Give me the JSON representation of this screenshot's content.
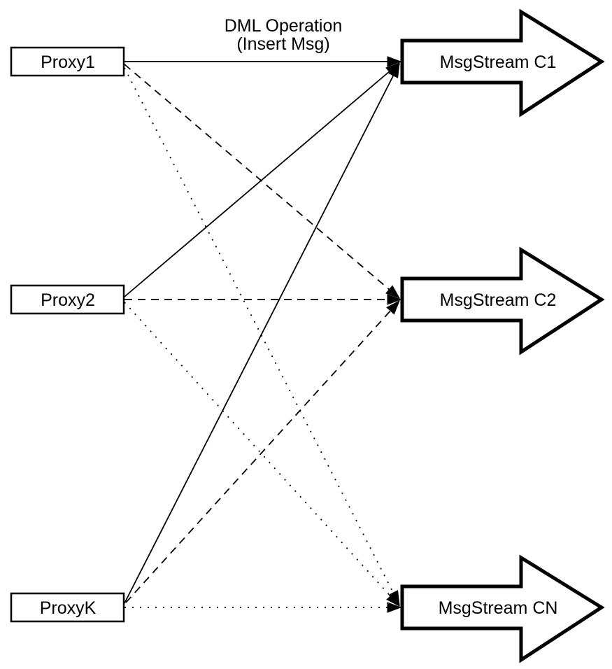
{
  "diagram": {
    "annotation": {
      "line1": "DML Operation",
      "line2": "(Insert Msg)"
    },
    "proxies": [
      {
        "label": "Proxy1"
      },
      {
        "label": "Proxy2"
      },
      {
        "label": "ProxyK"
      }
    ],
    "streams": [
      {
        "label": "MsgStream C1"
      },
      {
        "label": "MsgStream C2"
      },
      {
        "label": "MsgStream CN"
      }
    ],
    "edges": [
      {
        "from": "Proxy1",
        "to": "MsgStream C1",
        "line_style": "solid"
      },
      {
        "from": "Proxy1",
        "to": "MsgStream C2",
        "line_style": "dashed"
      },
      {
        "from": "Proxy1",
        "to": "MsgStream CN",
        "line_style": "dotted"
      },
      {
        "from": "Proxy2",
        "to": "MsgStream C1",
        "line_style": "solid"
      },
      {
        "from": "Proxy2",
        "to": "MsgStream C2",
        "line_style": "dashed"
      },
      {
        "from": "Proxy2",
        "to": "MsgStream CN",
        "line_style": "dotted"
      },
      {
        "from": "ProxyK",
        "to": "MsgStream C1",
        "line_style": "solid"
      },
      {
        "from": "ProxyK",
        "to": "MsgStream C2",
        "line_style": "dashed"
      },
      {
        "from": "ProxyK",
        "to": "MsgStream CN",
        "line_style": "dotted"
      }
    ],
    "colors": {
      "line": "#000000",
      "shape_fill": "#ffffff",
      "background": "#ffffff"
    }
  }
}
